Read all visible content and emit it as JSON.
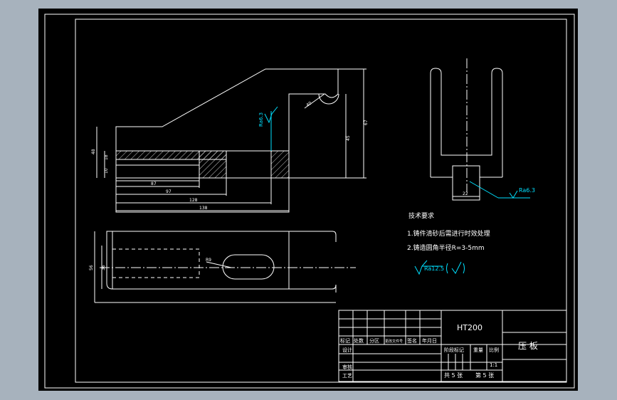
{
  "drawing": {
    "front_view_dims": {
      "d_48": "48",
      "d_18": "18",
      "d_10": "10",
      "d_87": "87",
      "d_97": "97",
      "d_128": "128",
      "d_138": "138",
      "d_40": "40",
      "d_45": "45",
      "d_67": "67"
    },
    "top_view_dims": {
      "d_56": "56",
      "d_36": "36",
      "d_r9": "R9"
    },
    "side_view_dims": {
      "d_22": "22"
    },
    "roughness": {
      "front": "Ra6.3",
      "side": "Ra6.3",
      "general": "Ra12.5"
    },
    "tech_req": {
      "title": "技术要求",
      "line1": "1.铸件清砂后需进行时效处理",
      "line2": "2.铸造圆角半径R=3-5mm"
    },
    "title_block": {
      "material": "HT200",
      "part_name": "压  板",
      "col_mark": "标记",
      "col_count": "处数",
      "col_zone": "分区",
      "col_docno": "更改文件号",
      "col_sign": "签名",
      "col_date": "年月日",
      "row_design": "设计",
      "row_review": "审核",
      "row_process": "工艺",
      "stage_label": "阶段标记",
      "weight_label": "重量",
      "scale_label": "比例",
      "scale_value": "1:1",
      "sheets_total": "共 5 张",
      "sheet_no": "第 5 张"
    }
  }
}
